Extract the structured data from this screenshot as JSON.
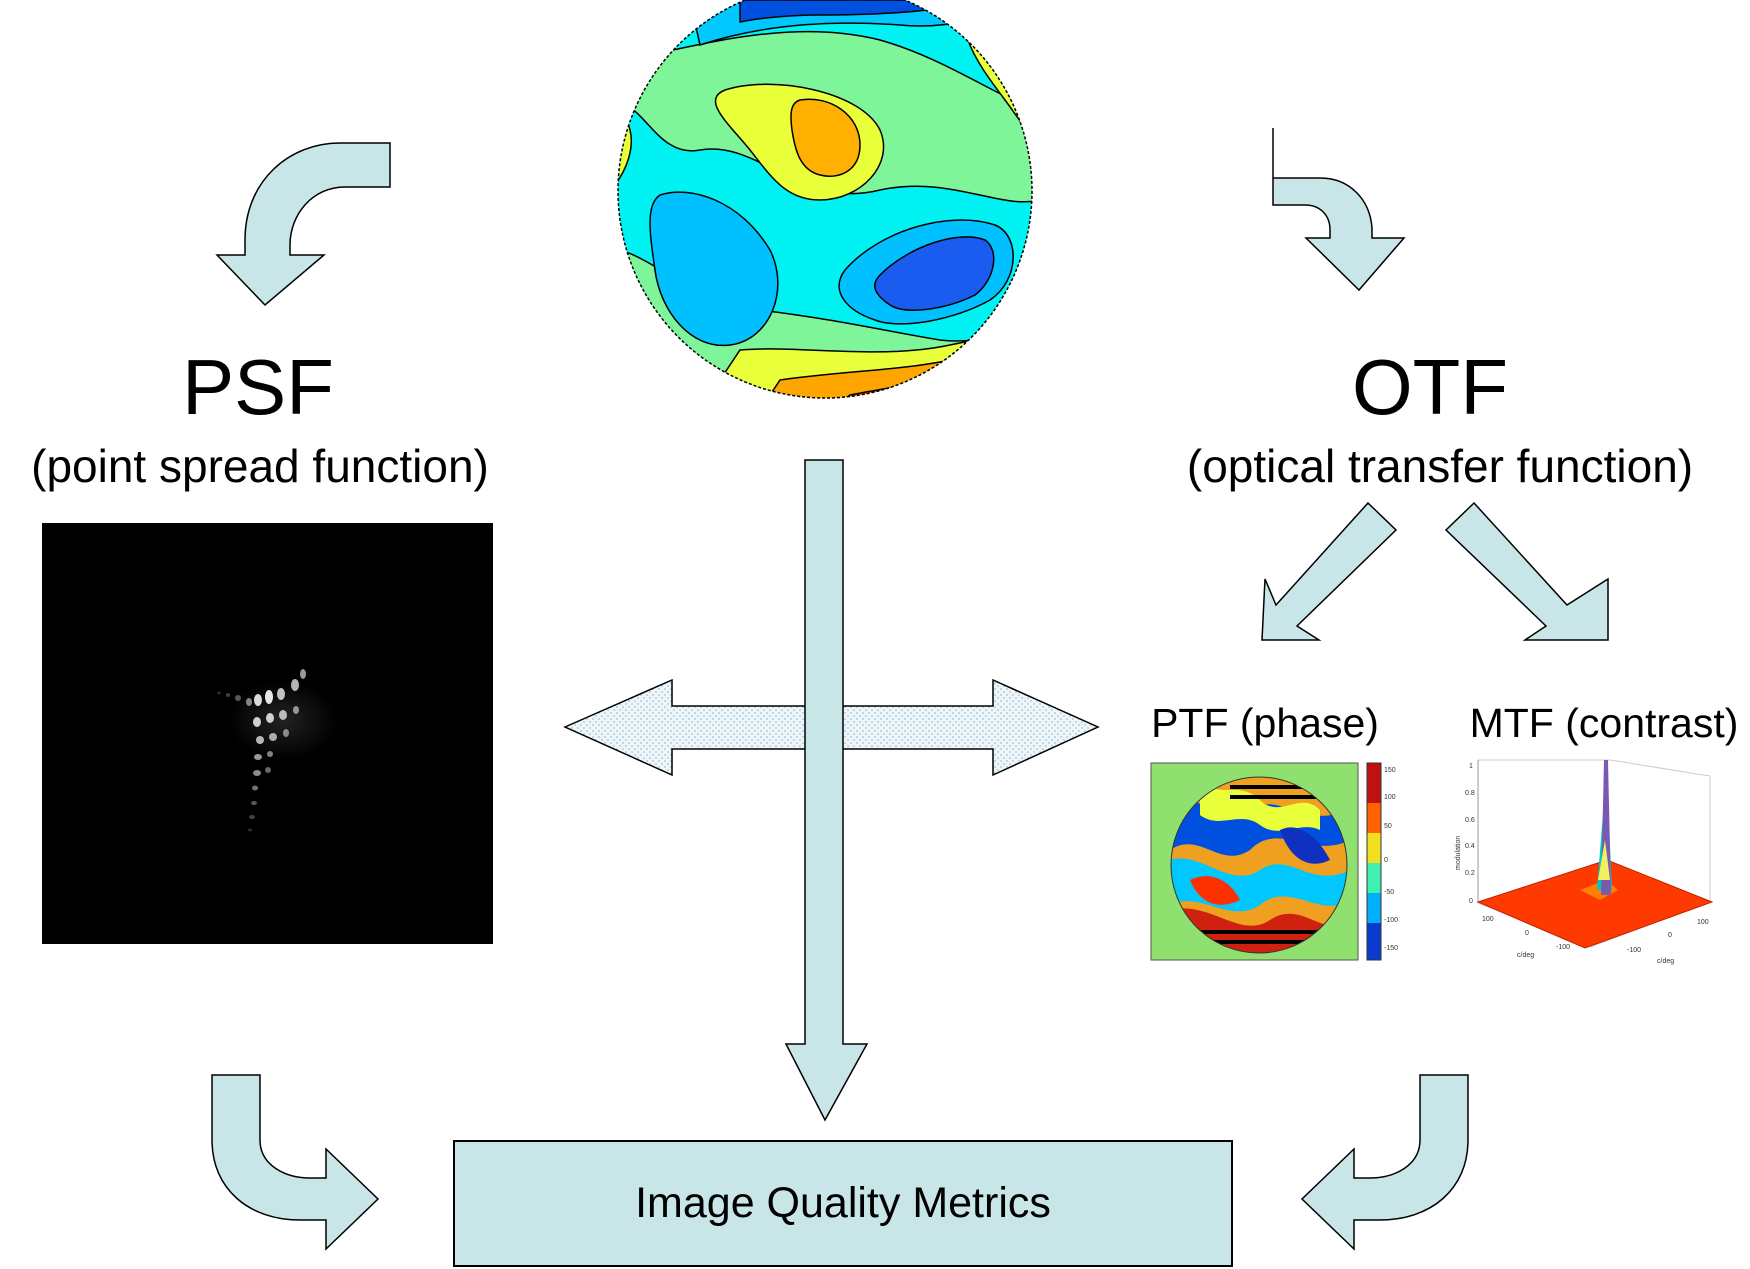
{
  "psf": {
    "title": "PSF",
    "subtitle": "(point spread function)"
  },
  "otf": {
    "title": "OTF",
    "subtitle": "(optical transfer function)"
  },
  "ptf": {
    "label": "PTF (phase)",
    "colorbar_ticks": [
      "150",
      "100",
      "50",
      "0",
      "-50",
      "-100",
      "-150"
    ]
  },
  "mtf": {
    "label": "MTF (contrast)",
    "z_axis_label": "modulation",
    "z_ticks": [
      "1",
      "0.8",
      "0.6",
      "0.4",
      "0.2",
      "0"
    ],
    "x_ticks": [
      "100",
      "0",
      "-100"
    ],
    "y_ticks": [
      "-100",
      "0",
      "100"
    ],
    "x_axis_label": "c/deg",
    "y_axis_label": "c/deg"
  },
  "metrics": {
    "label": "Image Quality Metrics"
  },
  "colors": {
    "arrow_fill": "#c8e5e8",
    "dotted_arrow_fill": "#e6f1f6",
    "box_fill": "#c8e5e8"
  }
}
